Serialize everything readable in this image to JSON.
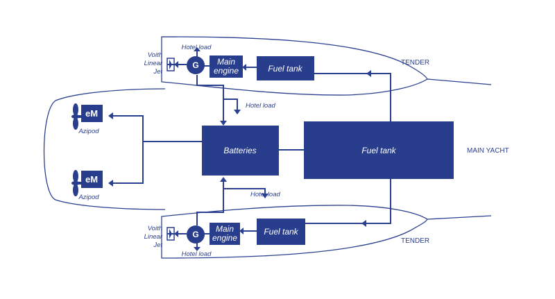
{
  "labels": {
    "main_yacht": "MAIN YACHT",
    "tender_top": "TENDER",
    "tender_bottom": "TENDER",
    "batteries": "Batteries",
    "fuel_tank_main": "Fuel tank",
    "fuel_tank_top": "Fuel tank",
    "fuel_tank_bottom": "Fuel tank",
    "main_engine_top_line1": "Main",
    "main_engine_top_line2": "engine",
    "main_engine_bottom_line1": "Main",
    "main_engine_bottom_line2": "engine",
    "generator_top": "G",
    "generator_bottom": "G",
    "em_top": "eM",
    "em_bottom": "eM",
    "azipod_top": "Azipod",
    "azipod_bottom": "Azipod",
    "hotel_load_top_tender": "Hotel load",
    "hotel_load_upper": "Hotel load",
    "hotel_load_lower": "Hotel load",
    "hotel_load_bottom_tender": "Hotel load",
    "voith_top_line1": "Voith",
    "voith_top_line2": "Linear",
    "voith_top_line3": "Jet",
    "voith_bottom_line1": "Voith",
    "voith_bottom_line2": "Linear",
    "voith_bottom_line3": "Jet"
  },
  "colors": {
    "primary": "#283d8c",
    "line": "#2a3f8f",
    "background": "#ffffff",
    "text_on_box": "#ffffff"
  }
}
